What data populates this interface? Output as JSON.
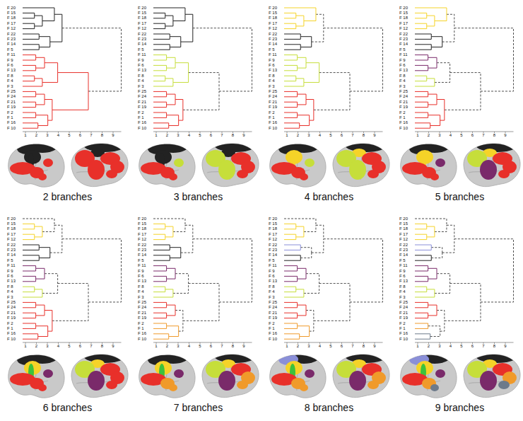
{
  "diagram": {
    "labels": [
      "F 20",
      "F 15",
      "F 18",
      "F 17",
      "F 12",
      "F 22",
      "F 23",
      "F 14",
      "F 5",
      "F 11",
      "F 9",
      "F 6",
      "F 13",
      "F 8",
      "F 4",
      "F 3",
      "F 25",
      "F 24",
      "F 21",
      "F 19",
      "F 2",
      "F 1",
      "F 16",
      "F 10",
      "1",
      "2",
      "3",
      "4",
      "5",
      "6",
      "7",
      "8",
      "9",
      "2 branches",
      "F 20",
      "F 15",
      "F 18",
      "F 17",
      "F 12",
      "F 22",
      "F 23",
      "F 14",
      "F 5",
      "F 11",
      "F 9",
      "F 6",
      "F 13",
      "F 8",
      "F 4",
      "F 3",
      "F 25",
      "F 24",
      "F 21",
      "F 19",
      "F 2",
      "F 1",
      "F 16",
      "F 10",
      "1",
      "2",
      "3",
      "4",
      "5",
      "6",
      "7",
      "8",
      "9",
      "3 branches",
      "F 20",
      "F 15",
      "F 18",
      "F 17",
      "F 12",
      "F 22",
      "F 23",
      "F 14",
      "F 5",
      "F 11",
      "F 9",
      "F 6",
      "F 13",
      "F 8",
      "F 4",
      "F 3",
      "F 25",
      "F 24",
      "F 21",
      "F 19",
      "F 2",
      "F 1",
      "F 16",
      "F 10",
      "1",
      "2",
      "3",
      "4",
      "5",
      "6",
      "7",
      "8",
      "9",
      "4 branches",
      "F 20",
      "F 15",
      "F 18",
      "F 17",
      "F 12",
      "F 22",
      "F 23",
      "F 14",
      "F 5",
      "F 11",
      "F 9",
      "F 6",
      "F 13",
      "F 8",
      "F 4",
      "F 3",
      "F 25",
      "F 24",
      "F 21",
      "F 19",
      "F 2",
      "F 1",
      "F 16",
      "F 10",
      "1",
      "2",
      "3",
      "4",
      "5",
      "6",
      "7",
      "8",
      "9",
      "5 branches",
      "F 20",
      "F 15",
      "F 18",
      "F 17",
      "F 12",
      "F 22",
      "F 23",
      "F 14",
      "F 5",
      "F 11",
      "F 9",
      "F 6",
      "F 13",
      "F 8",
      "F 4",
      "F 3",
      "F 25",
      "F 24",
      "F 21",
      "F 19",
      "F 2",
      "F 1",
      "F 16",
      "F 10",
      "1",
      "2",
      "3",
      "4",
      "5",
      "6",
      "7",
      "8",
      "9",
      "6 branches",
      "F 20",
      "F 15",
      "F 18",
      "F 17",
      "F 12",
      "F 22",
      "F 23",
      "F 14",
      "F 5",
      "F 11",
      "F 9",
      "F 6",
      "F 13",
      "F 8",
      "F 4",
      "F 3",
      "F 25",
      "F 24",
      "F 21",
      "F 19",
      "F 2",
      "F 1",
      "F 16",
      "F 10",
      "1",
      "2",
      "3",
      "4",
      "5",
      "6",
      "7",
      "8",
      "9",
      "7 branches",
      "F 20",
      "F 15",
      "F 18",
      "F 17",
      "F 12",
      "F 22",
      "F 23",
      "F 14",
      "F 5",
      "F 11",
      "F 9",
      "F 6",
      "F 13",
      "F 8",
      "F 4",
      "F 3",
      "F 25",
      "F 24",
      "F 21",
      "F 19",
      "F 2",
      "F 1",
      "F 16",
      "F 10",
      "1",
      "2",
      "3",
      "4",
      "5",
      "6",
      "7",
      "8",
      "9",
      "8 branches",
      "F 20",
      "F 15",
      "F 18",
      "F 17",
      "F 12",
      "F 22",
      "F 23",
      "F 14",
      "F 5",
      "F 11",
      "F 9",
      "F 6",
      "F 13",
      "F 8",
      "F 4",
      "F 3",
      "F 25",
      "F 24",
      "F 21",
      "F 19",
      "F 2",
      "F 1",
      "F 16",
      "F 10",
      "1",
      "2",
      "3",
      "4",
      "5",
      "6",
      "7",
      "8",
      "9",
      "9 branches"
    ]
  }
}
